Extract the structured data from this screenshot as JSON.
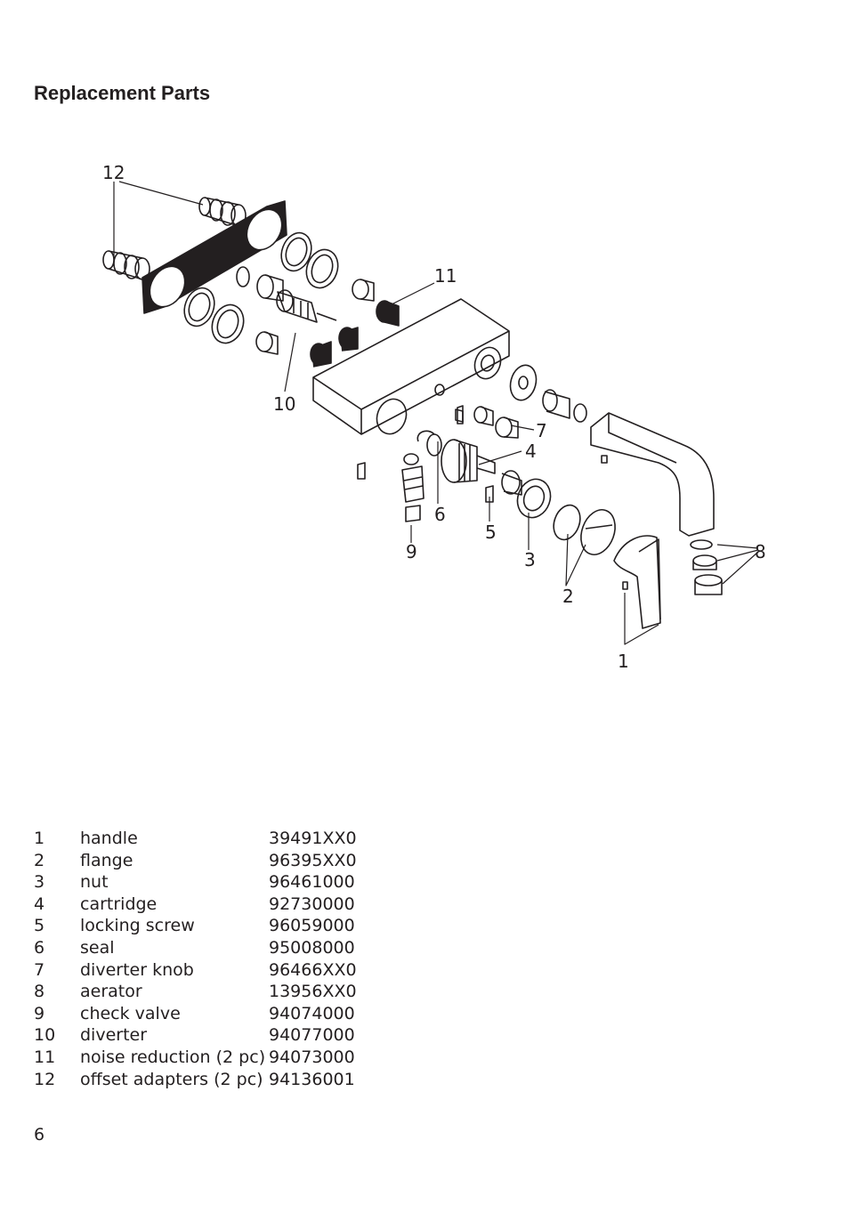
{
  "title": "Replacement Parts",
  "callouts": [
    "1",
    "2",
    "3",
    "4",
    "5",
    "6",
    "7",
    "8",
    "9",
    "10",
    "11",
    "12"
  ],
  "parts": [
    {
      "num": "1",
      "name": "handle",
      "code": "39491XX0"
    },
    {
      "num": "2",
      "name": "flange",
      "code": "96395XX0"
    },
    {
      "num": "3",
      "name": "nut",
      "code": "96461000"
    },
    {
      "num": "4",
      "name": "cartridge",
      "code": "92730000"
    },
    {
      "num": "5",
      "name": "locking screw",
      "code": "96059000"
    },
    {
      "num": "6",
      "name": "seal",
      "code": "95008000"
    },
    {
      "num": "7",
      "name": "diverter knob",
      "code": "96466XX0"
    },
    {
      "num": "8",
      "name": "aerator",
      "code": "13956XX0"
    },
    {
      "num": "9",
      "name": "check valve",
      "code": "94074000"
    },
    {
      "num": "10",
      "name": "diverter",
      "code": "94077000"
    },
    {
      "num": "11",
      "name": "noise reduction (2 pc)",
      "code": "94073000"
    },
    {
      "num": "12",
      "name": "offset adapters (2 pc)",
      "code": "94136001"
    }
  ],
  "page_number": "6"
}
